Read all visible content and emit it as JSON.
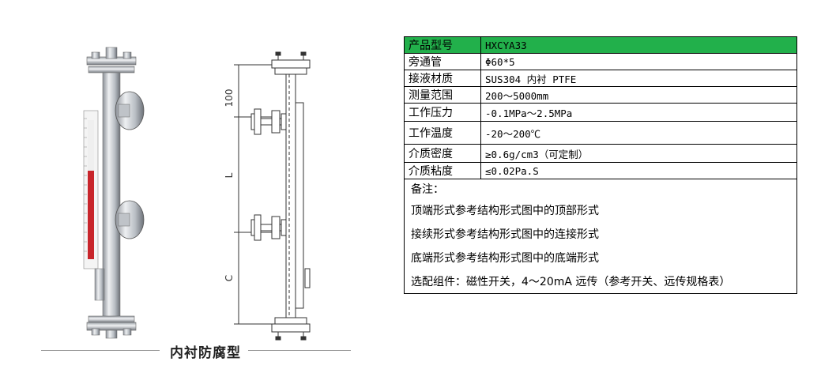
{
  "figure": {
    "dimension_labels": [
      "100",
      "L",
      "C"
    ],
    "caption": "内衬防腐型"
  },
  "spec_table": {
    "rows": [
      {
        "label": "产品型号",
        "value": "HXCYA33"
      },
      {
        "label": "旁通管",
        "value": "Φ60*5"
      },
      {
        "label": "接液材质",
        "value": "SUS304 内衬 PTFE"
      },
      {
        "label": "测量范围",
        "value": "200～5000mm"
      },
      {
        "label": "工作压力",
        "value": "-0.1MPa～2.5MPa"
      },
      {
        "label": "工作温度",
        "value": "-20～200℃"
      },
      {
        "label": "介质密度",
        "value": "≥0.6g/cm3（可定制）"
      },
      {
        "label": "介质粘度",
        "value": "≤0.02Pa.S"
      }
    ],
    "remarks": [
      "备注：",
      "顶端形式参考结构形式图中的顶部形式",
      "接续形式参考结构形式图中的连接形式",
      "底端形式参考结构形式图中的底端形式",
      "选配组件：磁性开关，4～20mA 远传（参考开关、远传规格表）"
    ],
    "header_color": "#22b04b"
  }
}
